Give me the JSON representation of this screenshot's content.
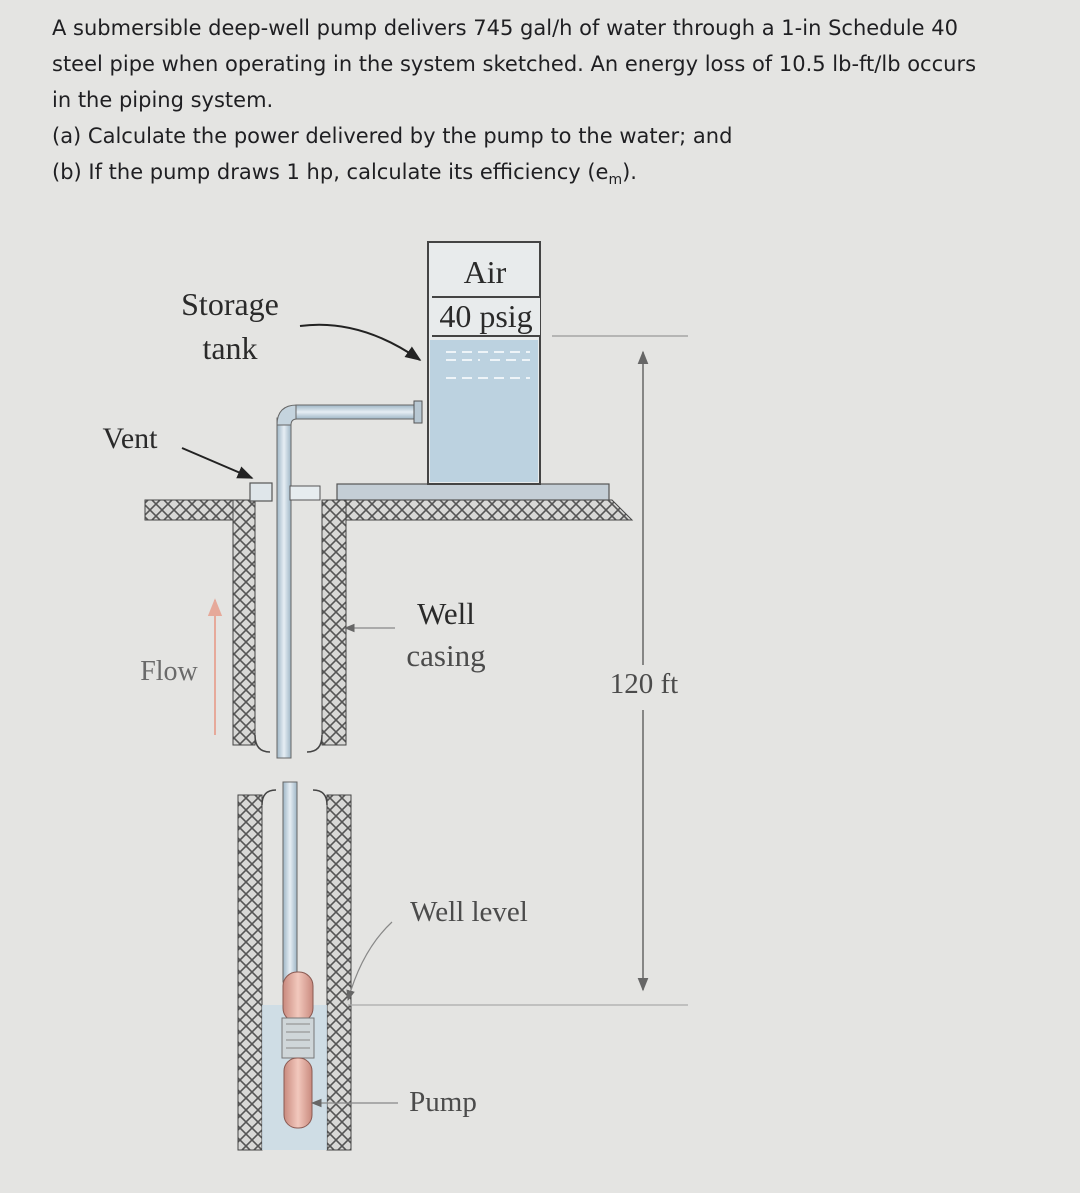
{
  "problem": {
    "intro": [
      "A submersible deep-well pump delivers 745 gal/h of water through a 1-in Schedule 40",
      "steel pipe when operating in the system sketched.  An energy loss of 10.5 lb-ft/lb occurs",
      "in the piping system."
    ],
    "part_a": "(a) Calculate the power delivered by the pump to the water; and",
    "part_b_prefix": "(b) If the pump draws 1 hp, calculate its efficiency (e",
    "part_b_sub": "m",
    "part_b_suffix": ")."
  },
  "labels": {
    "air": "Air",
    "pressure": "40 psig",
    "storage": "Storage",
    "tank": "tank",
    "vent": "Vent",
    "flow": "Flow",
    "well": "Well",
    "casing": "casing",
    "height": "120 ft",
    "well_level": "Well level",
    "pump": "Pump"
  }
}
